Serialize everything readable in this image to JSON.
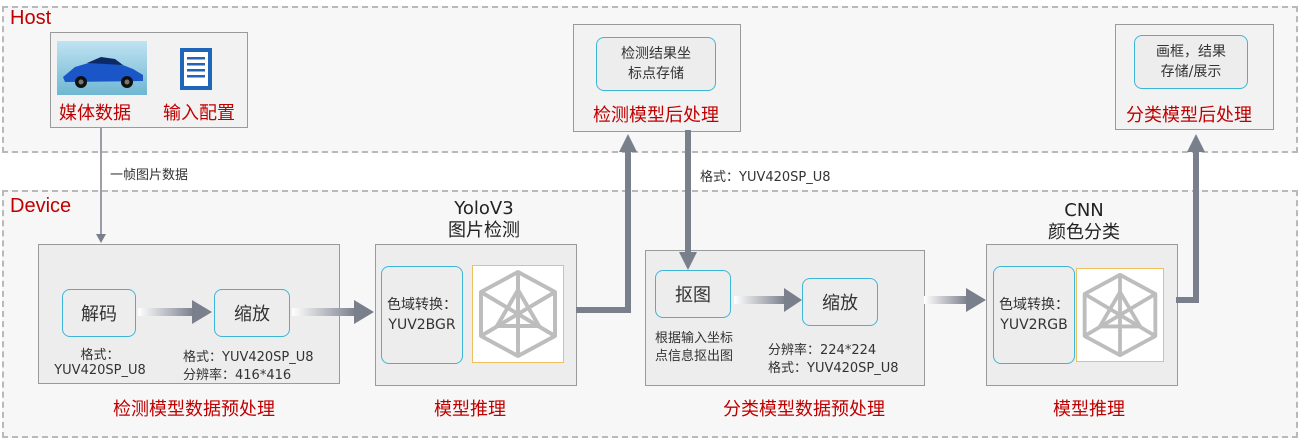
{
  "zones": {
    "host": "Host",
    "device": "Device"
  },
  "host": {
    "media": "媒体数据",
    "config": "输入配置",
    "det_store": "检测结果坐\n标点存储",
    "det_post": "检测模型后处理",
    "cls_store": "画框，结果\n存储/展示",
    "cls_post": "分类模型后处理"
  },
  "edges": {
    "frame_data": "一帧图片数据",
    "format_mid": "格式：YUV420SP_U8"
  },
  "det_pre": {
    "decode": "解码",
    "decode_fmt": "格式：\nYUV420SP_U8",
    "resize": "缩放",
    "resize_fmt": "格式：YUV420SP_U8",
    "resize_res": "分辨率：416*416",
    "label": "检测模型数据预处理"
  },
  "yolo": {
    "title": "YoloV3\n图片检测",
    "csc": "色域转换：\nYUV2BGR",
    "label": "模型推理"
  },
  "cls_pre": {
    "crop": "抠图",
    "crop_desc": "根据输入坐标\n点信息抠出图",
    "resize": "缩放",
    "res": "分辨率：224*224",
    "fmt": "格式：YUV420SP_U8",
    "label": "分类模型数据预处理"
  },
  "cnn": {
    "title": "CNN\n颜色分类",
    "csc": "色域转换：\nYUV2RGB",
    "label": "模型推理"
  },
  "colors": {
    "accent_red": "#c00000",
    "box_border": "#3cb6d6",
    "arrow": "#7a7f8c"
  },
  "icons": [
    "car-image-icon",
    "document-icon",
    "model-cube-icon"
  ]
}
